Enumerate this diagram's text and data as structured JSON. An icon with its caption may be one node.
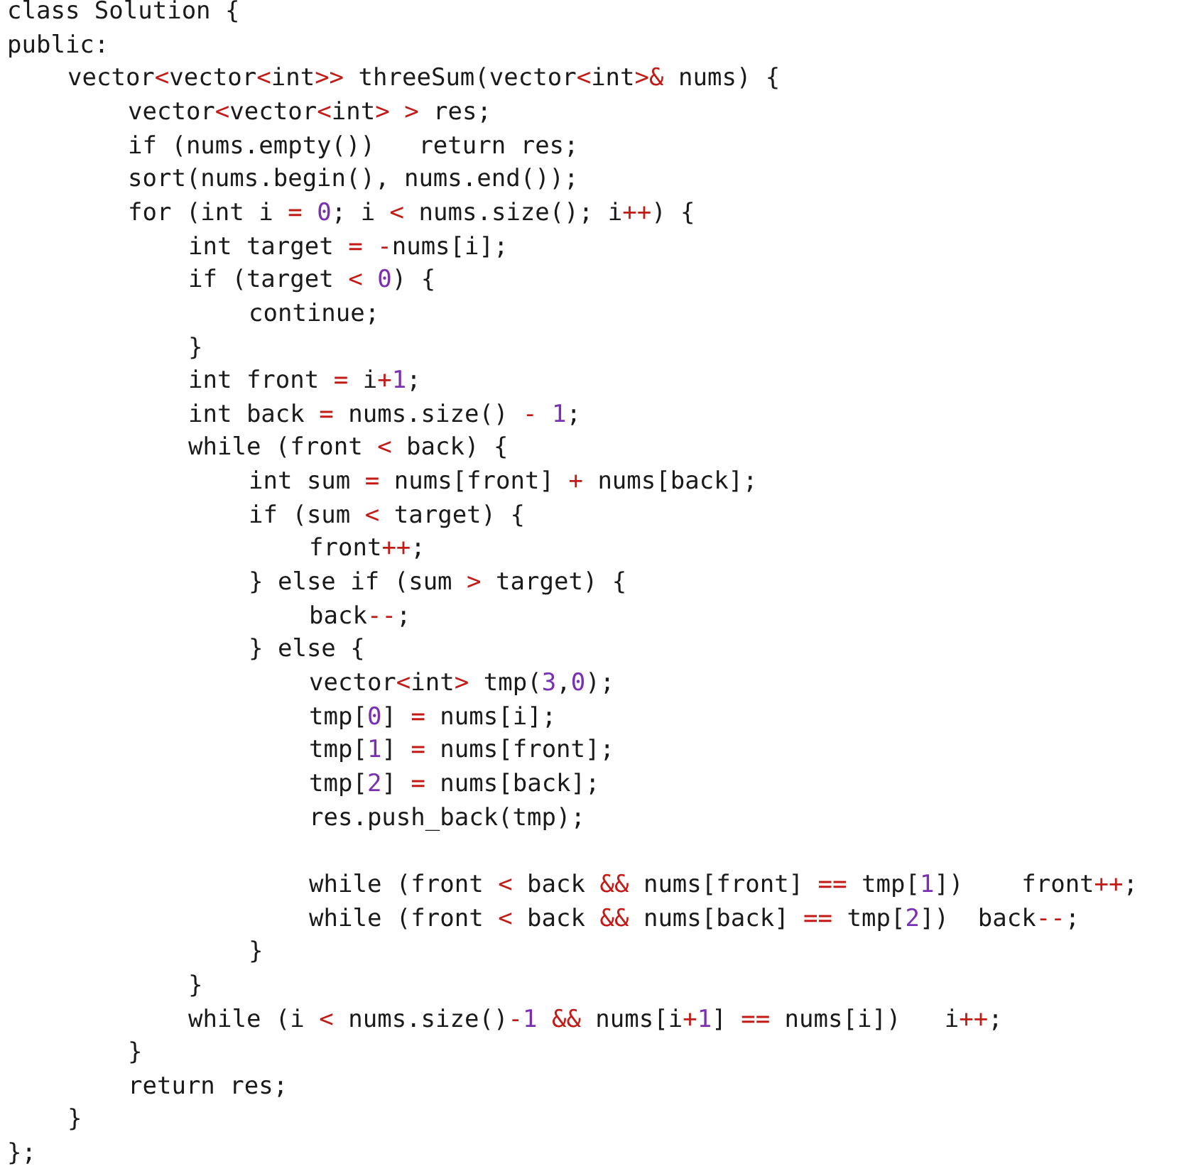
{
  "diagram": {
    "labels": [
      "class Solution {",
      "public:",
      "vector<vector<int>> threeSum(vector<int>& nums) {",
      "vector<vector<int> > res;",
      "if (nums.empty())   return res;",
      "sort(nums.begin(), nums.end());",
      "for (int i = 0; i < nums.size(); i++) {",
      "int target = -nums[i];",
      "if (target < 0) {",
      "continue;",
      "}",
      "int front = i+1;",
      "int back = nums.size() - 1;",
      "while (front < back) {",
      "int sum = nums[front] + nums[back];",
      "if (sum < target) {",
      "front++;",
      "} else if (sum > target) {",
      "back--;",
      "} else {",
      "vector<int> tmp(3,0);",
      "tmp[0] = nums[i];",
      "tmp[1] = nums[front];",
      "tmp[2] = nums[back];",
      "res.push_back(tmp);",
      "while (front < back && nums[front] == tmp[1])    front++;",
      "while (front < back && nums[back] == tmp[2])  back--;",
      "}",
      "}",
      "while (i < nums.size()-1 && nums[i+1] == nums[i])   i++;",
      "}",
      "return res;",
      "}",
      "};"
    ]
  }
}
